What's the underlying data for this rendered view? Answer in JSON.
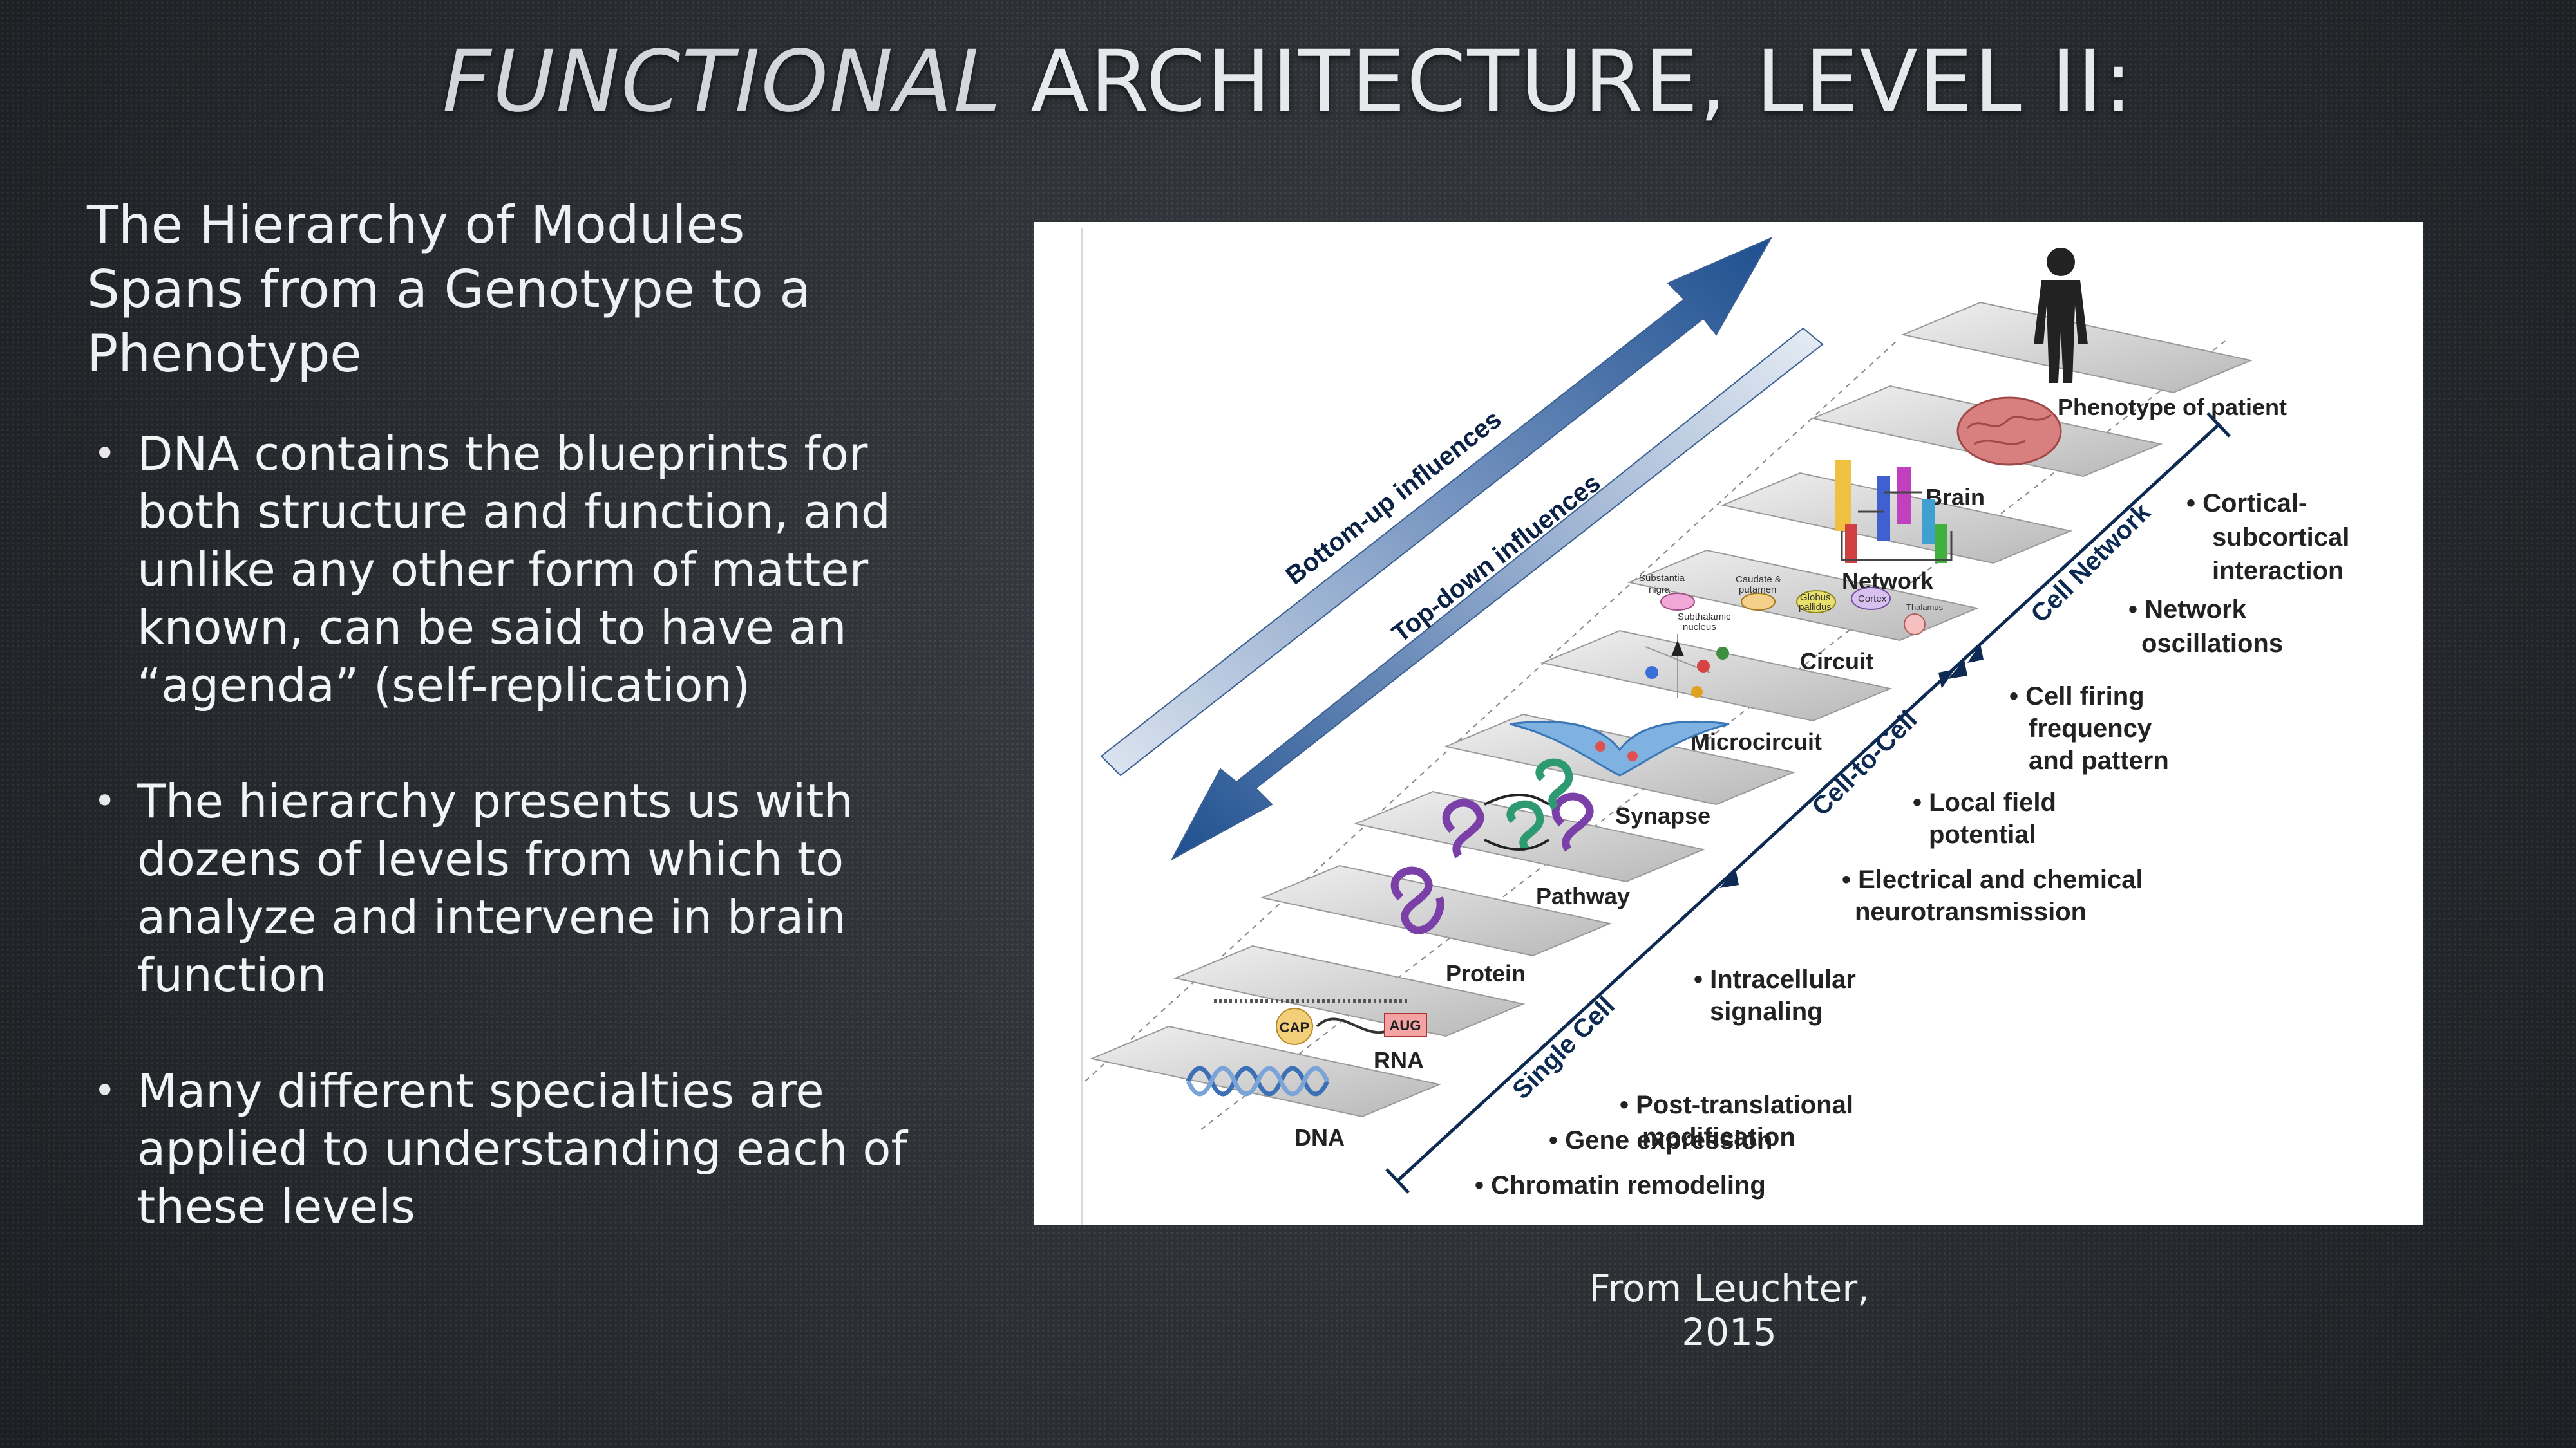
{
  "title": {
    "italic": "FUNCTIONAL",
    "rest": " ARCHITECTURE, LEVEL II:"
  },
  "subtitle": "The Hierarchy of Modules Spans from a Genotype to a Phenotype",
  "bullets": [
    "DNA contains the blueprints for both structure and function, and unlike any other form of matter known, can be said to have an “agenda” (self-replication)",
    "The hierarchy presents us with dozens of levels from which to analyze and intervene in brain function",
    "Many different specialties are applied to understanding each of these levels"
  ],
  "credit": "From Leuchter, 2015",
  "figure": {
    "levels": [
      "DNA",
      "RNA",
      "Protein",
      "Pathway",
      "Synapse",
      "Microcircuit",
      "Circuit",
      "Network",
      "Brain",
      "Phenotype of patient"
    ],
    "arrows": {
      "up": "Bottom-up influences",
      "down": "Top-down influences"
    },
    "scales": [
      "Single Cell",
      "Cell-to-Cell",
      "Cell Network"
    ],
    "processes": [
      "• Chromatin remodeling",
      "• Gene expression",
      "• Post-translational",
      "modification",
      "• Intracellular",
      "signaling",
      "• Electrical and chemical",
      "neurotransmission",
      "• Local field",
      "potential",
      "• Cell firing",
      "frequency",
      "and pattern",
      "• Network",
      "oscillations",
      "• Cortical-",
      "subcortical",
      "interaction"
    ],
    "small_labels": {
      "cap": "CAP",
      "aug": "AUG",
      "substantia": "Substantia",
      "nigra": "nigra",
      "caudate": "Caudate &",
      "putamen": "putamen",
      "globus": "Globus",
      "pallidus": "pallidus",
      "cortex": "Cortex",
      "thalamus": "Thalamus",
      "subthalamic": "Subthalamic",
      "nucleus": "nucleus"
    }
  },
  "colors": {
    "background": "#2b2f35",
    "navy": "#0d2a52",
    "arrow_dark": "#1e4f8f",
    "arrow_light": "#b9c8de"
  }
}
